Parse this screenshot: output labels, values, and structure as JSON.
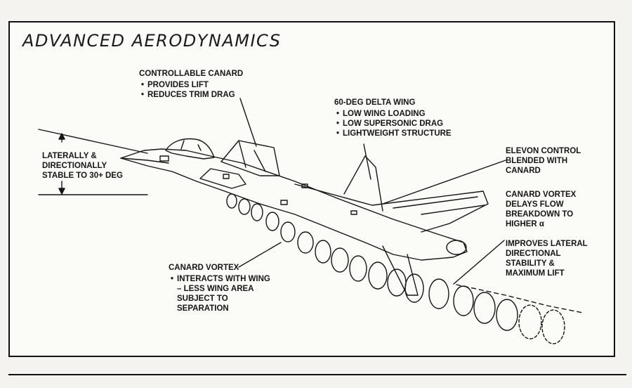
{
  "title": "ADVANCED AERODYNAMICS",
  "callouts": {
    "canard": {
      "heading": "CONTROLLABLE CANARD",
      "bullets": [
        "PROVIDES LIFT",
        "REDUCES TRIM DRAG"
      ]
    },
    "delta_wing": {
      "heading": "60-DEG DELTA WING",
      "bullets": [
        "LOW WING LOADING",
        "LOW SUPERSONIC DRAG",
        "LIGHTWEIGHT STRUCTURE"
      ]
    },
    "stability": {
      "lines": [
        "LATERALLY &",
        "DIRECTIONALLY",
        "STABLE TO 30+ DEG"
      ]
    },
    "elevon": {
      "lines": [
        "ELEVON CONTROL",
        "BLENDED WITH",
        "CANARD"
      ]
    },
    "vortex_flow": {
      "lines": [
        "CANARD VORTEX",
        "DELAYS FLOW",
        "BREAKDOWN TO",
        "HIGHER α"
      ]
    },
    "lateral": {
      "lines": [
        "IMPROVES LATERAL",
        "DIRECTIONAL",
        "STABILITY &",
        "MAXIMUM LIFT"
      ]
    },
    "canard_vortex": {
      "heading": "CANARD VORTEX",
      "bullets": [
        "INTERACTS WITH WING – LESS WING AREA SUBJECT TO SEPARATION"
      ]
    }
  },
  "colors": {
    "ink": "#151515",
    "paper": "#fbfbf8",
    "background": "#f4f3ef"
  }
}
